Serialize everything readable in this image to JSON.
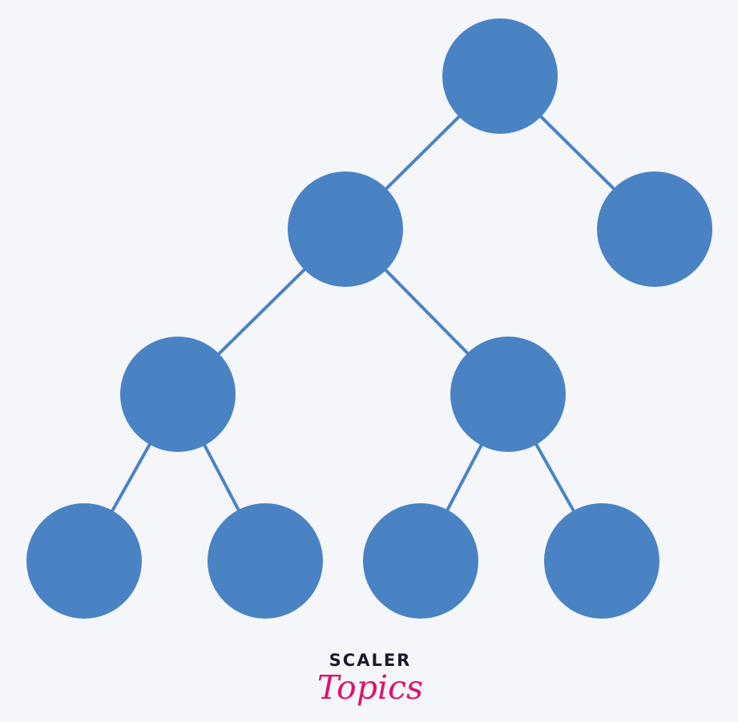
{
  "colors": {
    "background": "#f5f6fa",
    "node_fill": "#4a83c4",
    "edge_stroke": "#4a83c4",
    "brand_dark": "#1a1a2e",
    "brand_accent": "#e0116f"
  },
  "tree": {
    "nodes": [
      {
        "id": "root",
        "depth": 0
      },
      {
        "id": "l1-left",
        "depth": 1
      },
      {
        "id": "l1-right",
        "depth": 1
      },
      {
        "id": "l2-left",
        "depth": 2
      },
      {
        "id": "l2-right",
        "depth": 2
      },
      {
        "id": "l3-a",
        "depth": 3
      },
      {
        "id": "l3-b",
        "depth": 3
      },
      {
        "id": "l3-c",
        "depth": 3
      },
      {
        "id": "l3-d",
        "depth": 3
      }
    ],
    "edges": [
      [
        "root",
        "l1-left"
      ],
      [
        "root",
        "l1-right"
      ],
      [
        "l1-left",
        "l2-left"
      ],
      [
        "l1-left",
        "l2-right"
      ],
      [
        "l2-left",
        "l3-a"
      ],
      [
        "l2-left",
        "l3-b"
      ],
      [
        "l2-right",
        "l3-c"
      ],
      [
        "l2-right",
        "l3-d"
      ]
    ]
  },
  "brand": {
    "line1": "SCALER",
    "line2": "Topics"
  }
}
